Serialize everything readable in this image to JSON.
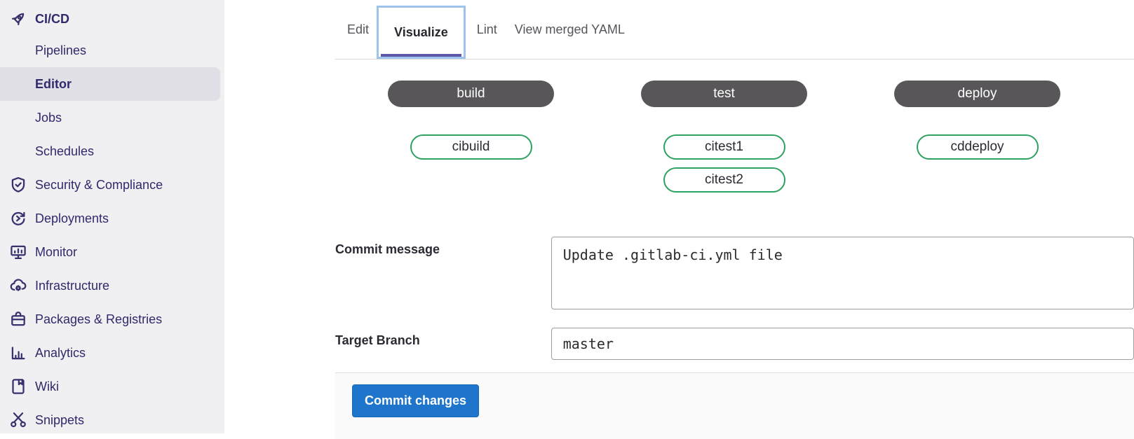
{
  "sidebar": {
    "header": {
      "label": "CI/CD",
      "icon": "rocket-icon"
    },
    "sub_items": [
      {
        "label": "Pipelines",
        "active": false
      },
      {
        "label": "Editor",
        "active": true
      },
      {
        "label": "Jobs",
        "active": false
      },
      {
        "label": "Schedules",
        "active": false
      }
    ],
    "section_items": [
      {
        "label": "Security & Compliance",
        "icon": "shield-icon"
      },
      {
        "label": "Deployments",
        "icon": "deployments-icon"
      },
      {
        "label": "Monitor",
        "icon": "monitor-icon"
      },
      {
        "label": "Infrastructure",
        "icon": "cloud-gear-icon"
      },
      {
        "label": "Packages & Registries",
        "icon": "package-icon"
      },
      {
        "label": "Analytics",
        "icon": "bar-chart-icon"
      },
      {
        "label": "Wiki",
        "icon": "book-icon"
      },
      {
        "label": "Snippets",
        "icon": "scissors-icon"
      }
    ]
  },
  "tabs": [
    {
      "label": "Edit",
      "active": false
    },
    {
      "label": "Visualize",
      "active": true
    },
    {
      "label": "Lint",
      "active": false
    },
    {
      "label": "View merged YAML",
      "active": false
    }
  ],
  "pipeline": {
    "stages": [
      {
        "name": "build",
        "jobs": [
          "cibuild"
        ]
      },
      {
        "name": "test",
        "jobs": [
          "citest1",
          "citest2"
        ]
      },
      {
        "name": "deploy",
        "jobs": [
          "cddeploy"
        ]
      }
    ]
  },
  "form": {
    "commit_message_label": "Commit message",
    "commit_message_value": "Update .gitlab-ci.yml file",
    "target_branch_label": "Target Branch",
    "target_branch_value": "master",
    "commit_button_label": "Commit changes"
  },
  "colors": {
    "sidebar_bg": "#f0eff1",
    "sidebar_text": "#2f2a6b",
    "sidebar_active_bg": "#e1e0e6",
    "stage_pill_bg": "#585659",
    "job_pill_border": "#2da160",
    "active_tab_underline": "#5b58aa",
    "focus_ring": "#9ec4ee",
    "primary_button_bg": "#1f75cb"
  }
}
